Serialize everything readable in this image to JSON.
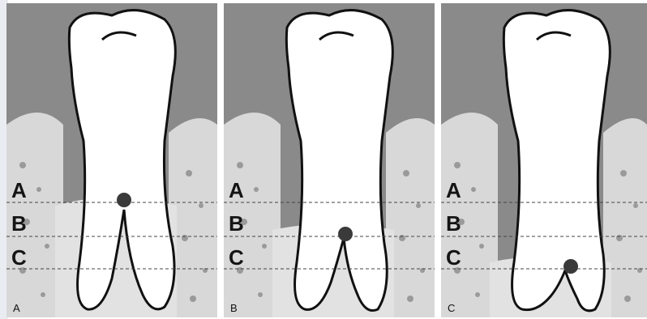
{
  "panels": [
    {
      "label": "A",
      "levels": [
        "A",
        "B",
        "C"
      ],
      "furcation_marker_level": "A"
    },
    {
      "label": "B",
      "levels": [
        "A",
        "B",
        "C"
      ],
      "furcation_marker_level": "B"
    },
    {
      "label": "C",
      "levels": [
        "A",
        "B",
        "C"
      ],
      "furcation_marker_level": "C"
    }
  ],
  "colors": {
    "background_gray": "#8a8a8a",
    "bone": "#dcdcdc",
    "tooth": "#ffffff",
    "outline": "#111111",
    "marker": "#3a3a3a"
  }
}
